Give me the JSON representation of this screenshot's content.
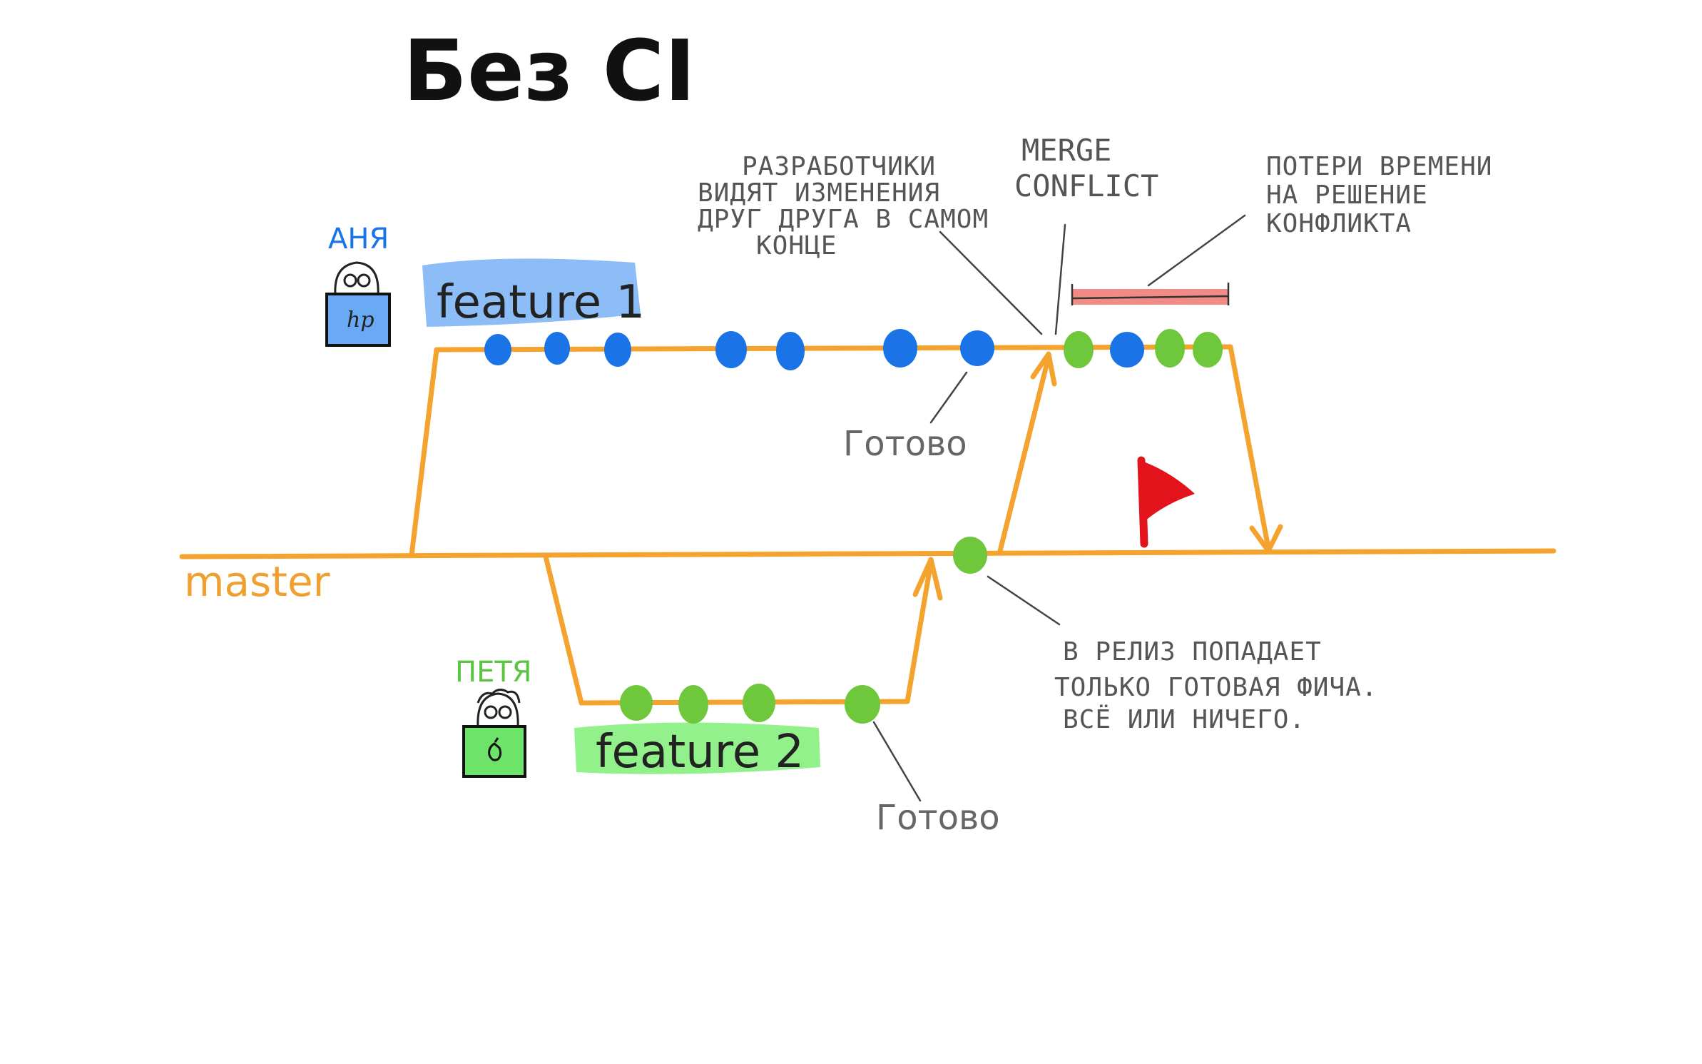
{
  "title": "Без CI",
  "trunk": {
    "label": "master"
  },
  "branches": [
    {
      "name": "feature 1",
      "owner": "АНЯ",
      "laptop_logo": "hp",
      "highlight_color": "#7fb6f5"
    },
    {
      "name": "feature 2",
      "owner": "ПЕТЯ",
      "laptop_logo": "",
      "highlight_color": "#86ef7e"
    }
  ],
  "colors": {
    "branch_line": "#f4a42e",
    "feature1_commit": "#1a74e8",
    "feature2_commit": "#6fc73b",
    "time_loss_bar": "#f28b85",
    "flag": "#e3131b"
  },
  "annotations": {
    "late_visibility": [
      "РАЗРАБОТЧИКИ",
      "ВИДЯТ ИЗМЕНЕНИЯ",
      "ДРУГ ДРУГА В САМОМ",
      "КОНЦЕ"
    ],
    "merge_conflict": [
      "MERGE",
      "CONFLICT"
    ],
    "time_loss": [
      "ПОТЕРИ ВРЕМЕНИ",
      "НА РЕШЕНИЕ",
      "КОНФЛИКТА"
    ],
    "release": [
      "В РЕЛИЗ ПОПАДАЕТ",
      "ТОЛЬКО ГОТОВАЯ ФИЧА.",
      "ВСЁ ИЛИ НИЧЕГО."
    ],
    "ready_1": "Готово",
    "ready_2": "Готово"
  },
  "icons": [
    "laptop-icon",
    "person-icon",
    "release-flag-icon",
    "arrow-head-icon"
  ]
}
